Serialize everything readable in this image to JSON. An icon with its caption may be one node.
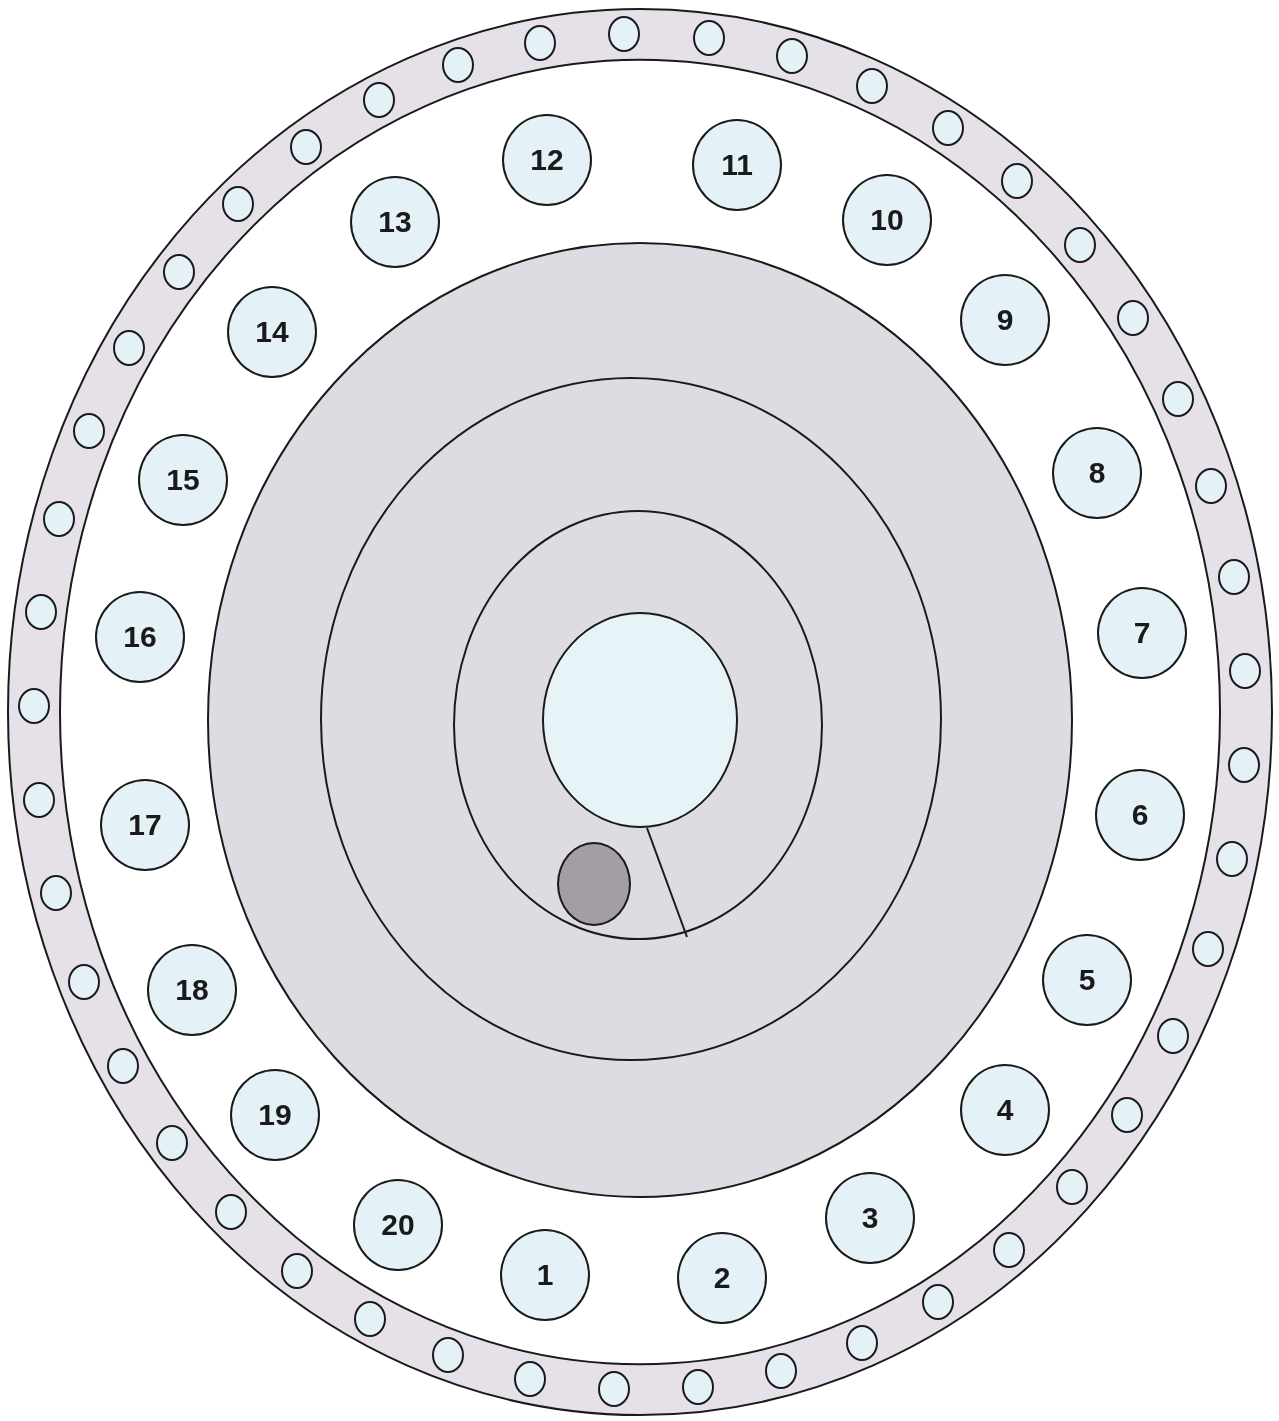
{
  "diagram": {
    "nodes": [
      {
        "text": [
          "1"
        ]
      },
      {
        "text": [
          "2"
        ]
      },
      {
        "text": [
          "3"
        ]
      },
      {
        "text": [
          "4"
        ]
      },
      {
        "text": [
          "5"
        ]
      },
      {
        "text": [
          "6"
        ]
      },
      {
        "text": [
          "7"
        ]
      },
      {
        "text": [
          "8"
        ]
      },
      {
        "text": [
          "9"
        ]
      },
      {
        "text": [
          "10"
        ]
      },
      {
        "text": [
          "11"
        ]
      },
      {
        "text": [
          "12"
        ]
      },
      {
        "text": [
          "13"
        ]
      },
      {
        "text": [
          "14"
        ]
      },
      {
        "text": [
          "15"
        ]
      },
      {
        "text": [
          "16"
        ]
      },
      {
        "text": [
          "17"
        ]
      },
      {
        "text": [
          "18"
        ]
      },
      {
        "text": [
          "19"
        ]
      },
      {
        "text": [
          "20"
        ]
      },
      {
        "text": [],
        "shape": "circle"
      },
      {
        "text": [],
        "shape": "circle"
      },
      {
        "text": [],
        "shape": "circle"
      },
      {
        "text": [],
        "shape": "circle"
      },
      {
        "text": [],
        "shape": "circle"
      },
      {
        "text": [],
        "shape": "circle"
      },
      {
        "text": [],
        "shape": "circle"
      },
      {
        "text": [],
        "shape": "circle"
      },
      {
        "text": [],
        "shape": "circle"
      },
      {
        "text": [],
        "shape": "circle"
      },
      {
        "text": [],
        "shape": "circle"
      },
      {
        "text": [],
        "shape": "circle"
      },
      {
        "text": [],
        "shape": "circle"
      },
      {
        "text": [],
        "shape": "circle"
      },
      {
        "text": [],
        "shape": "circle"
      },
      {
        "text": [],
        "shape": "circle"
      },
      {
        "text": [],
        "shape": "circle"
      },
      {
        "text": [],
        "shape": "circle"
      },
      {
        "text": [],
        "shape": "circle"
      },
      {
        "text": [],
        "shape": "circle"
      },
      {
        "text": [],
        "shape": "circle"
      },
      {
        "text": [],
        "shape": "circle"
      },
      {
        "text": [],
        "shape": "circle"
      },
      {
        "text": [],
        "shape": "circle"
      },
      {
        "text": [],
        "shape": "circle"
      },
      {
        "text": [],
        "shape": "circle"
      },
      {
        "text": [],
        "shape": "circle"
      },
      {
        "text": [],
        "shape": "circle"
      },
      {
        "text": [],
        "shape": "circle"
      },
      {
        "text": [],
        "shape": "circle"
      },
      {
        "text": [],
        "shape": "circle"
      },
      {
        "text": [],
        "shape": "circle"
      },
      {
        "text": [],
        "shape": "circle"
      },
      {
        "text": [],
        "shape": "circle"
      },
      {
        "text": [],
        "shape": "circle"
      },
      {
        "text": [],
        "shape": "circle"
      },
      {
        "text": [],
        "shape": "circle"
      },
      {
        "text": [],
        "shape": "circle"
      },
      {
        "text": [],
        "shape": "circle"
      },
      {
        "text": [],
        "shape": "circle"
      },
      {
        "text": [],
        "shape": "circle"
      },
      {
        "text": [],
        "shape": "circle"
      },
      {
        "text": [],
        "shape": "circle"
      },
      {
        "text": [],
        "shape": "circle"
      },
      {
        "text": [],
        "shape": "circle"
      },
      {
        "text": [],
        "shape": "circle"
      },
      {
        "text": [],
        "shape": "circle"
      }
    ]
  }
}
